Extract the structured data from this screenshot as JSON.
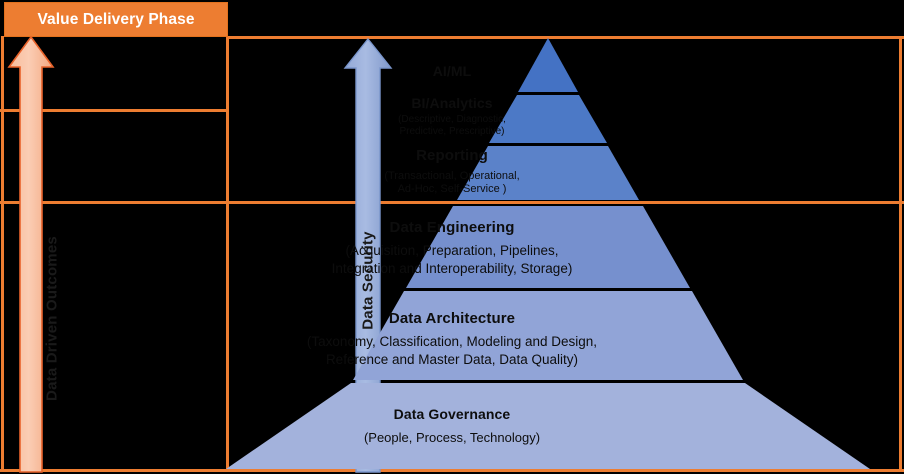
{
  "header": {
    "title": "Value Delivery Phase"
  },
  "arrows": {
    "outcomes": {
      "label": "Data Driven Outcomes",
      "color": "#F8C3A4",
      "border": "#E8622A",
      "direction": "up"
    },
    "security": {
      "label": "Data Security",
      "color": "#9FB4DE",
      "border": "#7A96CC",
      "direction": "up"
    }
  },
  "frame": {
    "color": "#ED7D31"
  },
  "pyramid": {
    "apex_color": "#4472C4",
    "base_color": "#A3B3DC",
    "levels": [
      {
        "id": "ai-ml",
        "title": "AI/ML",
        "subtitle": ""
      },
      {
        "id": "bi-analytics",
        "title": "BI/Analytics",
        "subtitle": "(Descriptive, Diagnostic,\nPredictive, Prescriptive)"
      },
      {
        "id": "reporting",
        "title": "Reporting",
        "subtitle": "(Transactional, Operational,\nAd-Hoc, Self-Service )"
      },
      {
        "id": "data-engineering",
        "title": "Data Engineering",
        "subtitle": "(Acquisition, Preparation, Pipelines,\nIntegration and Interoperability, Storage)"
      },
      {
        "id": "data-architecture",
        "title": "Data Architecture",
        "subtitle": "(Taxonomy, Classification, Modeling and Design,\nReference and Master Data, Data Quality)"
      },
      {
        "id": "data-governance",
        "title": "Data Governance",
        "subtitle": "(People, Process, Technology)"
      }
    ]
  }
}
